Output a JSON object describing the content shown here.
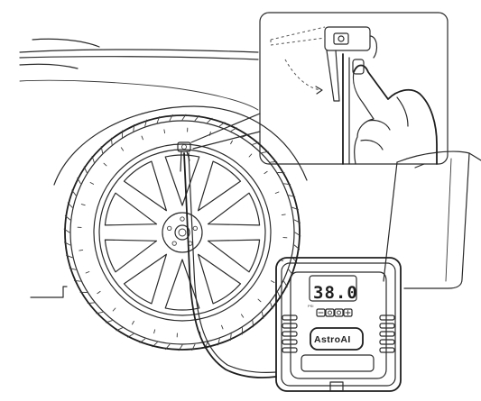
{
  "illustration": {
    "subject": "tire-inflator",
    "display": {
      "reading": "38.0",
      "unit_label": "PSI"
    },
    "brand": {
      "text": "AstroAI"
    }
  }
}
